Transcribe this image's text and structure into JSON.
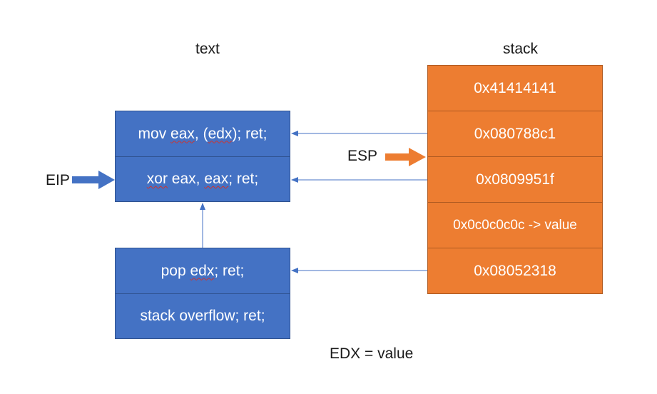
{
  "titles": {
    "text": "text",
    "stack": "stack"
  },
  "text_section": {
    "cell_0": {
      "pre": "mov ",
      "w1": "eax",
      "mid": ", (",
      "w2": "edx",
      "post": "); ret;"
    },
    "cell_1": {
      "w1": "xor",
      "mid1": " eax, ",
      "w2": "eax",
      "post": "; ret;"
    },
    "cell_2": {
      "pre": "pop ",
      "w1": "edx",
      "post": "; ret;"
    },
    "cell_3": {
      "text": "stack overflow; ret;"
    }
  },
  "stack_section": {
    "cells": [
      "0x41414141",
      "0x080788c1",
      "0x0809951f",
      "0x0c0c0c0c -> value",
      "0x08052318"
    ]
  },
  "pointers": {
    "eip": "EIP",
    "esp": "ESP"
  },
  "caption": "EDX = value",
  "colors": {
    "text_fill": "#4472c4",
    "stack_fill": "#ed7d31",
    "link_arrow": "#4472c4",
    "eip_arrow": "#4472c4",
    "esp_arrow": "#ed7d31"
  }
}
